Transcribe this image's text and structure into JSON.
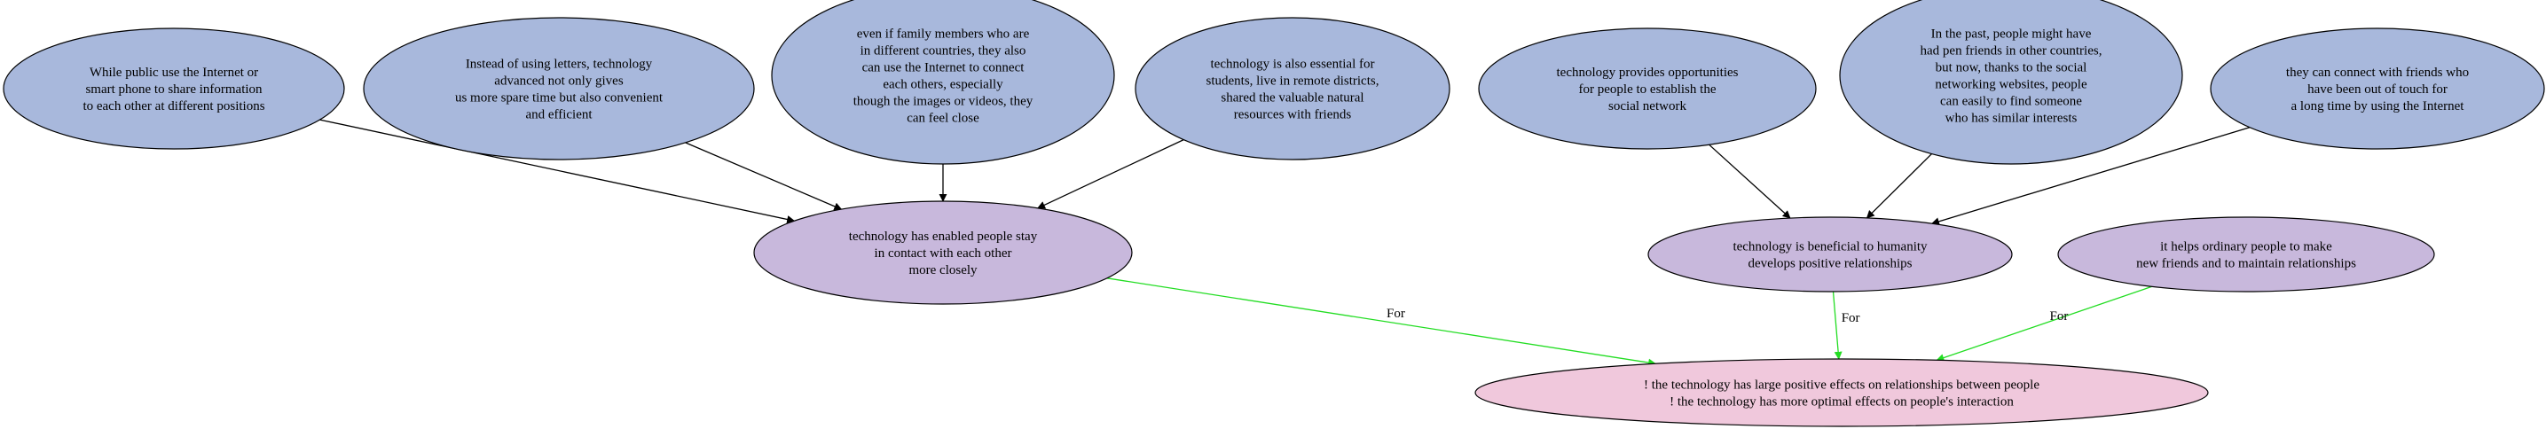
{
  "colors": {
    "premise_fill": "#a8b8dc",
    "claim_fill": "#c8b8dc",
    "conclusion_fill": "#f0c8dc",
    "support_edge": "#000000",
    "for_edge": "#22dd22"
  },
  "nodes": [
    {
      "id": "n1",
      "kind": "premise",
      "lines": [
        "While public use the Internet or",
        "smart phone to share information",
        "to each other at different positions"
      ]
    },
    {
      "id": "n2",
      "kind": "premise",
      "lines": [
        "Instead of using letters, technology",
        "advanced not only gives",
        "us more spare time but also convenient",
        "and efficient"
      ]
    },
    {
      "id": "n3",
      "kind": "premise",
      "lines": [
        "even if family members who are",
        "in different countries, they also",
        "can use the Internet to connect",
        "each others, especially",
        "though the images or videos, they",
        "can feel close"
      ]
    },
    {
      "id": "n4",
      "kind": "premise",
      "lines": [
        "technology is also essential for",
        "students, live in remote districts,",
        "shared the valuable natural",
        "resources with friends"
      ]
    },
    {
      "id": "n5",
      "kind": "premise",
      "lines": [
        "technology provides opportunities",
        "for people to establish the",
        "social network"
      ]
    },
    {
      "id": "n6",
      "kind": "premise",
      "lines": [
        "In the past, people might have",
        "had pen friends in other countries,",
        "but now, thanks to the social",
        "networking websites, people",
        "can easily to find someone",
        "who has similar interests"
      ]
    },
    {
      "id": "n7",
      "kind": "premise",
      "lines": [
        "they can connect with friends who",
        "have been out of touch for",
        "a long time by using the Internet"
      ]
    },
    {
      "id": "c1",
      "kind": "claim",
      "lines": [
        "technology has enabled people stay",
        "in contact with each other",
        "more closely"
      ]
    },
    {
      "id": "c2",
      "kind": "claim",
      "lines": [
        "technology is beneficial to humanity",
        "develops positive relationships"
      ]
    },
    {
      "id": "c3",
      "kind": "claim",
      "lines": [
        "it helps ordinary people to make",
        "new friends and to maintain relationships"
      ]
    },
    {
      "id": "root",
      "kind": "conclusion",
      "lines": [
        "! the technology has large positive effects on relationships between people",
        "! the technology has more optimal effects on people's interaction"
      ]
    }
  ],
  "edges": [
    {
      "from": "n1",
      "to": "c1",
      "kind": "support",
      "label": ""
    },
    {
      "from": "n2",
      "to": "c1",
      "kind": "support",
      "label": ""
    },
    {
      "from": "n3",
      "to": "c1",
      "kind": "support",
      "label": ""
    },
    {
      "from": "n4",
      "to": "c1",
      "kind": "support",
      "label": ""
    },
    {
      "from": "n5",
      "to": "c2",
      "kind": "support",
      "label": ""
    },
    {
      "from": "n6",
      "to": "c2",
      "kind": "support",
      "label": ""
    },
    {
      "from": "n7",
      "to": "c2",
      "kind": "support",
      "label": ""
    },
    {
      "from": "c1",
      "to": "root",
      "kind": "for",
      "label": "For"
    },
    {
      "from": "c2",
      "to": "root",
      "kind": "for",
      "label": "For"
    },
    {
      "from": "c3",
      "to": "root",
      "kind": "for",
      "label": "For"
    }
  ]
}
